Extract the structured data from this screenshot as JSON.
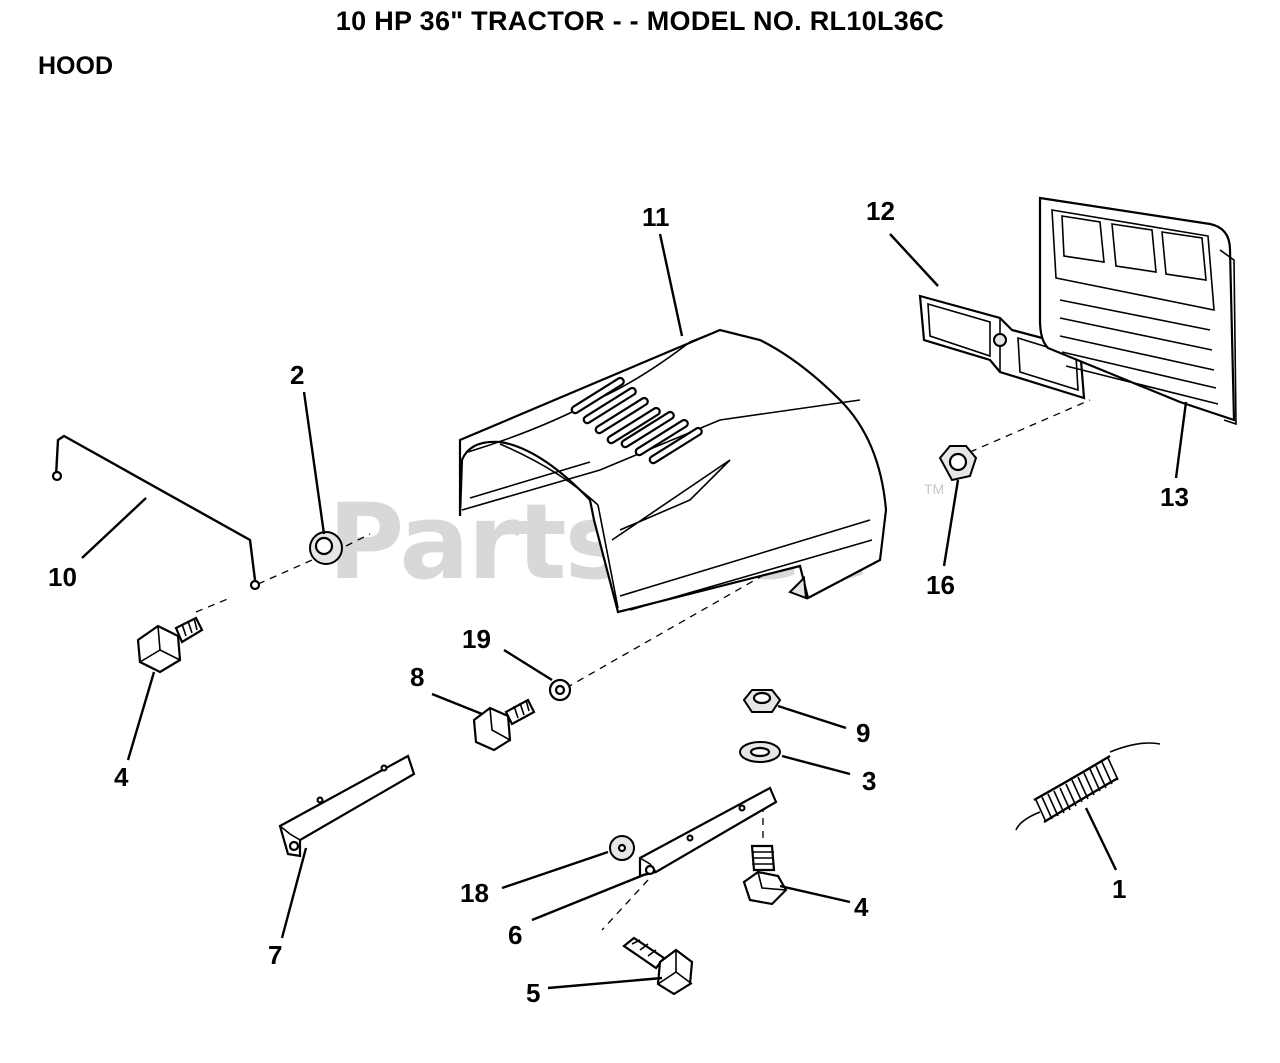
{
  "header": {
    "title": "10 HP 36\" TRACTOR - - MODEL NO. RL10L36C",
    "section": "HOOD"
  },
  "watermark": {
    "text": "PartsTree",
    "trademark": "TM"
  },
  "callouts": {
    "c1": "1",
    "c2": "2",
    "c3": "3",
    "c4a": "4",
    "c4b": "4",
    "c5": "5",
    "c6": "6",
    "c7": "7",
    "c8": "8",
    "c9": "9",
    "c10": "10",
    "c11": "11",
    "c12": "12",
    "c13": "13",
    "c16": "16",
    "c18": "18",
    "c19": "19"
  }
}
